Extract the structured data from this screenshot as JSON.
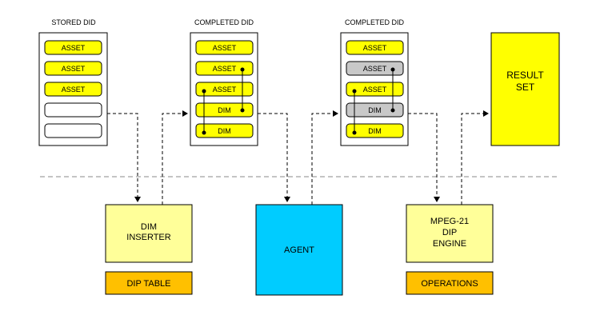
{
  "columns": [
    {
      "title": "STORED DID",
      "items": [
        "ASSET",
        "ASSET",
        "ASSET",
        "",
        ""
      ]
    },
    {
      "title": "COMPLETED DID",
      "items": [
        "ASSET",
        "ASSET",
        "ASSET",
        "DIM",
        "DIM"
      ]
    },
    {
      "title": "COMPLETED DID",
      "items": [
        "ASSET",
        "ASSET",
        "ASSET",
        "DIM",
        "DIM"
      ]
    }
  ],
  "result": {
    "lines": [
      "RESULT",
      "SET"
    ]
  },
  "dim_inserter": {
    "lines": [
      "DIM",
      "INSERTER"
    ]
  },
  "dip_table": {
    "label": "DIP TABLE"
  },
  "agent": {
    "label": "AGENT"
  },
  "dip_engine": {
    "lines": [
      "MPEG-21",
      "DIP",
      "ENGINE"
    ]
  },
  "operations": {
    "label": "OPERATIONS"
  },
  "colors": {
    "yellow": "#ffff00",
    "light_yellow": "#ffff99",
    "orange": "#ffc000",
    "cyan": "#00ccff",
    "gray": "#c8c8c8"
  }
}
